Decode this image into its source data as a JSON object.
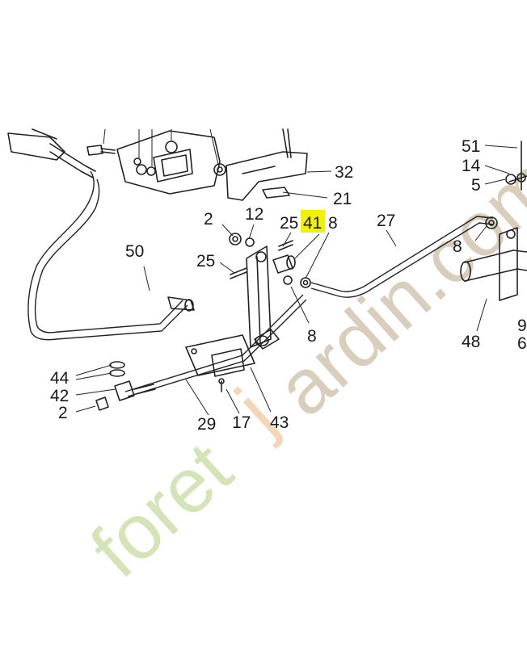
{
  "diagram": {
    "labels": {
      "l51": "51",
      "l14": "14",
      "l5": "5",
      "l32": "32",
      "l21": "21",
      "l2a": "2",
      "l12": "12",
      "l25a": "25",
      "l41": "41",
      "l8a": "8",
      "l27": "27",
      "l8b": "8",
      "l50": "50",
      "l25b": "25",
      "l8c": "8",
      "l48": "48",
      "l44": "44",
      "l42": "42",
      "l2b": "2",
      "l29": "29",
      "l17": "17",
      "l43": "43",
      "l9": "9",
      "l6": "6"
    },
    "highlight": {
      "part": "41",
      "color": "#f2f200"
    },
    "watermark": {
      "green": "foret",
      "orange": "j",
      "tan": "ardin.com"
    }
  }
}
